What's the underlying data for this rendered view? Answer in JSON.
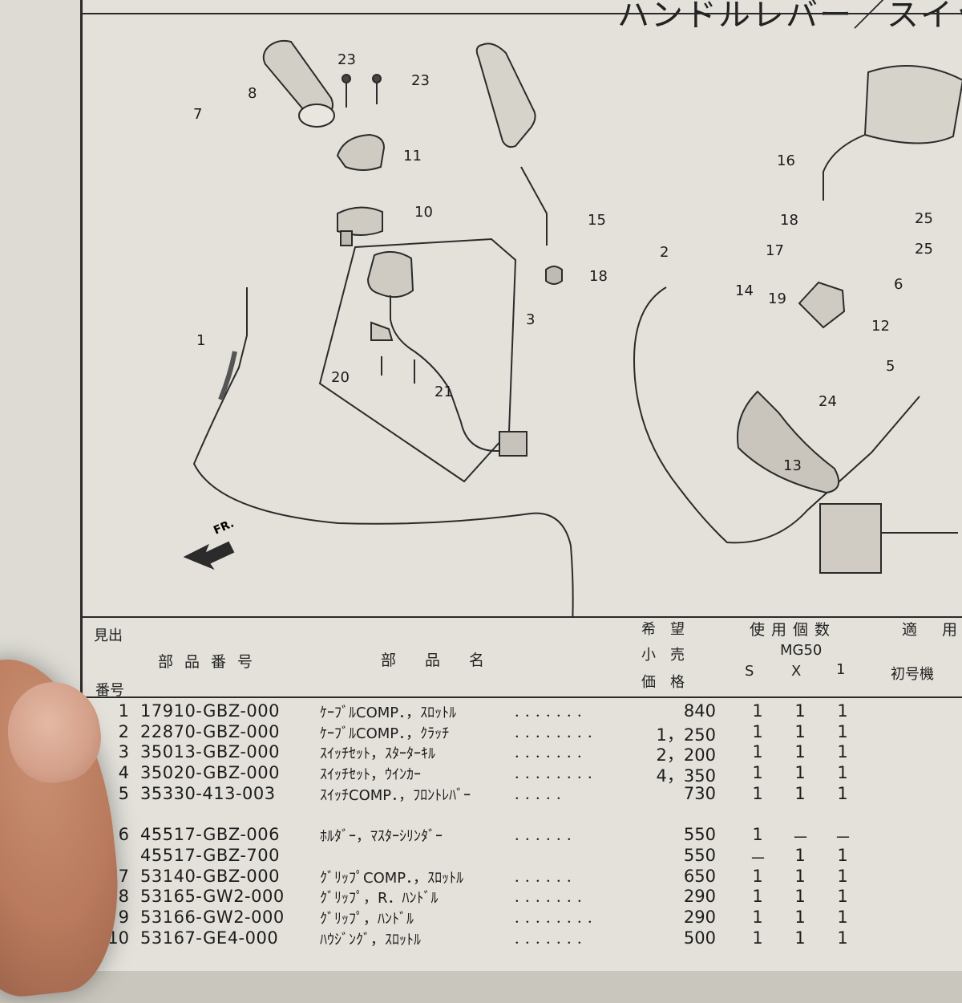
{
  "header": {
    "title": "ハンドルレバー／スイッ"
  },
  "diagram": {
    "labels": [
      "23",
      "23",
      "8",
      "7",
      "11",
      "10",
      "15",
      "18",
      "3",
      "1",
      "20",
      "21",
      "16",
      "18",
      "25",
      "25",
      "17",
      "6",
      "2",
      "14",
      "19",
      "12",
      "5",
      "24",
      "13"
    ],
    "front_marker": "FR."
  },
  "table": {
    "headers": {
      "ref_top": "見出",
      "ref_bottom": "番号",
      "part_no": "部品番号",
      "part_name": "部品名",
      "price_1": "希　望",
      "price_2": "小　売",
      "price_3": "価　格",
      "usage": "使用個数",
      "applicable": "適　用",
      "model": "MG50",
      "col_s": "S",
      "col_x": "X",
      "col_1": "1",
      "first_unit": "初号機"
    },
    "rows": [
      {
        "ref": "1",
        "part": "17910-GBZ-000",
        "name": "ｹｰﾌﾞﾙCOMP．，ｽﾛｯﾄﾙ",
        "dots": "．．．．．．．",
        "price": "840",
        "s": "1",
        "x": "1",
        "one": "1",
        "faded": false
      },
      {
        "ref": "2",
        "part": "22870-GBZ-000",
        "name": "ｹｰﾌﾞﾙCOMP．，ｸﾗｯﾁ",
        "dots": "．．．．．．．．",
        "price": "1，250",
        "s": "1",
        "x": "1",
        "one": "1",
        "faded": false
      },
      {
        "ref": "3",
        "part": "35013-GBZ-000",
        "name": "ｽｲｯﾁｾｯﾄ，ｽﾀｰﾀｰｷﾙ",
        "dots": "．．．．．．．",
        "price": "2，200",
        "s": "1",
        "x": "1",
        "one": "1",
        "faded": false
      },
      {
        "ref": "4",
        "part": "35020-GBZ-000",
        "name": "ｽｲｯﾁｾｯﾄ，ｳｲﾝｶｰ",
        "dots": "．．．．．．．．",
        "price": "4，350",
        "s": "1",
        "x": "1",
        "one": "1",
        "faded": false
      },
      {
        "ref": "5",
        "part": "35330-413-003",
        "name": "ｽｲｯﾁCOMP．，ﾌﾛﾝﾄﾚﾊﾞｰ",
        "dots": "．．．．．",
        "price": "730",
        "s": "1",
        "x": "1",
        "one": "1",
        "faded": false
      },
      {
        "ref": "",
        "part": "",
        "name": "",
        "dots": "",
        "price": "",
        "s": "",
        "x": "",
        "one": "",
        "faded": true
      },
      {
        "ref": "6",
        "part": "45517-GBZ-006",
        "name": "ﾎﾙﾀﾞｰ，ﾏｽﾀｰｼﾘﾝﾀﾞｰ",
        "dots": "．．．．．．",
        "price": "550",
        "s": "1",
        "x": "－",
        "one": "－",
        "faded": false
      },
      {
        "ref": "",
        "part": "45517-GBZ-700",
        "name": "",
        "dots": "",
        "price": "550",
        "s": "－",
        "x": "1",
        "one": "1",
        "faded": false
      },
      {
        "ref": "7",
        "part": "53140-GBZ-000",
        "name": "ｸﾞﾘｯﾌﾟCOMP．，ｽﾛｯﾄﾙ",
        "dots": "．．．．．．",
        "price": "650",
        "s": "1",
        "x": "1",
        "one": "1",
        "faded": false
      },
      {
        "ref": "8",
        "part": "53165-GW2-000",
        "name": "ｸﾞﾘｯﾌﾟ，R．ﾊﾝﾄﾞﾙ",
        "dots": "．．．．．．．",
        "price": "290",
        "s": "1",
        "x": "1",
        "one": "1",
        "faded": false
      },
      {
        "ref": "9",
        "part": "53166-GW2-000",
        "name": "ｸﾞﾘｯﾌﾟ，ﾊﾝﾄﾞﾙ",
        "dots": "．．．．．．．．",
        "price": "290",
        "s": "1",
        "x": "1",
        "one": "1",
        "faded": false
      },
      {
        "ref": "10",
        "part": "53167-GE4-000",
        "name": "ﾊｳｼﾞﾝｸﾞ，ｽﾛｯﾄﾙ",
        "dots": "．．．．．．．",
        "price": "500",
        "s": "1",
        "x": "1",
        "one": "1",
        "faded": false
      }
    ]
  }
}
